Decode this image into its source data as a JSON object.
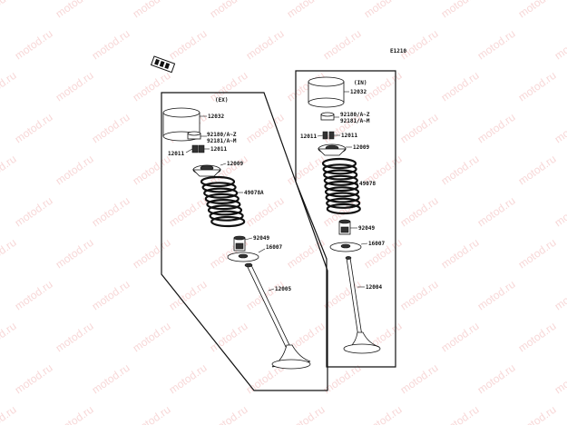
{
  "diagram_code": "E1210",
  "watermark_text": "motod.ru",
  "panels": [
    {
      "id": "exhaust",
      "tag": "(EX)",
      "callouts": [
        {
          "key": "cap",
          "label": "12032"
        },
        {
          "key": "shim",
          "label": "92180/A~Z"
        },
        {
          "key": "shim2",
          "label": "92181/A~M"
        },
        {
          "key": "keeper",
          "label": "12011"
        },
        {
          "key": "retainer",
          "label": "12009"
        },
        {
          "key": "spring",
          "label": "49078A"
        },
        {
          "key": "seal",
          "label": "92049"
        },
        {
          "key": "seat",
          "label": "16007"
        },
        {
          "key": "valve",
          "label": "12005"
        }
      ]
    },
    {
      "id": "intake",
      "tag": "(IN)",
      "callouts": [
        {
          "key": "cap",
          "label": "12032"
        },
        {
          "key": "shim",
          "label": "92180/A~Z"
        },
        {
          "key": "shim2",
          "label": "92181/A~M"
        },
        {
          "key": "keeper",
          "label": "12011"
        },
        {
          "key": "retainer",
          "label": "12009"
        },
        {
          "key": "spring",
          "label": "49078"
        },
        {
          "key": "seal",
          "label": "92049"
        },
        {
          "key": "seat",
          "label": "16007"
        },
        {
          "key": "valve",
          "label": "12004"
        }
      ]
    }
  ]
}
